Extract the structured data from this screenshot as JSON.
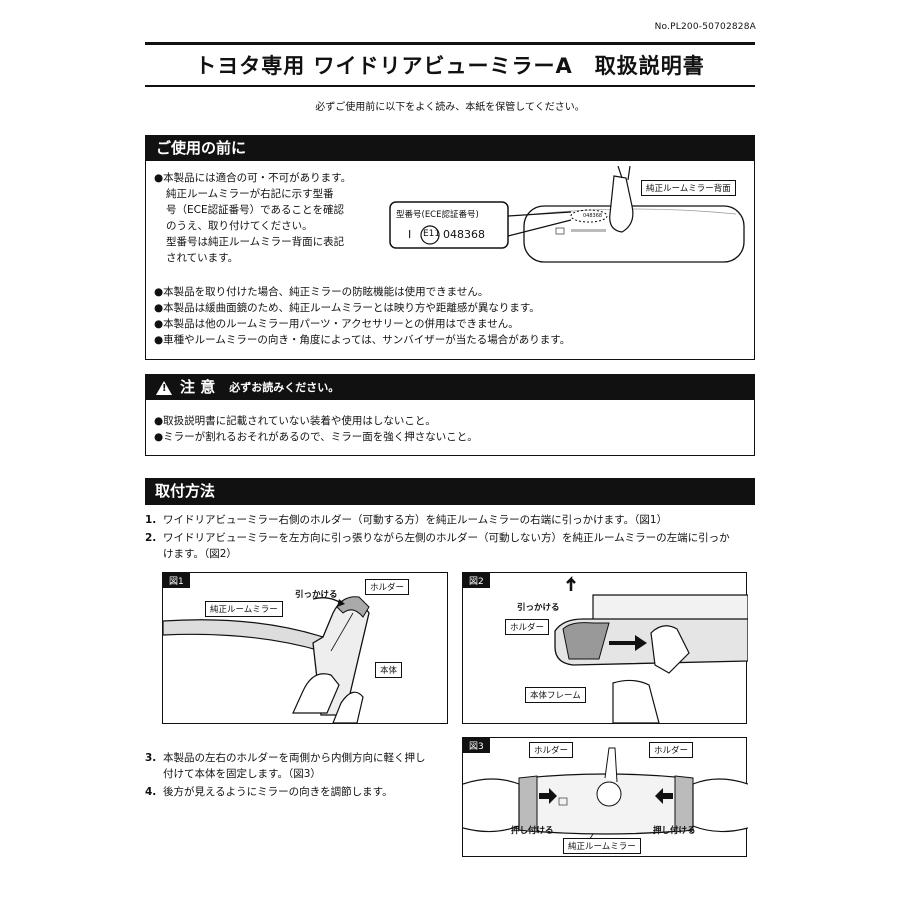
{
  "doc_number": "No.PL200-50702828A",
  "title": "トヨタ専用 ワイドリアビューミラーA　取扱説明書",
  "intro": "必ずご使用前に以下をよく読み、本紙を保管してください。",
  "before_use": {
    "heading": "ご使用の前に",
    "first_item": [
      "●本製品には適合の可・不可があります。",
      "純正ルームミラーが右記に示す型番",
      "号（ECE認証番号）であることを確認",
      "のうえ、取り付けてください。",
      "型番号は純正ルームミラー背面に表記",
      "されています。"
    ],
    "callout_title": "型番号(ECE認証番号)",
    "callout_prefix": "I",
    "callout_mark": "E11",
    "callout_number": "048368",
    "mirror_back_label": "純正ルームミラー背面",
    "small_mark": "048368",
    "items": [
      "●本製品を取り付けた場合、純正ミラーの防眩機能は使用できません。",
      "●本製品は緩曲面鏡のため、純正ルームミラーとは映り方や距離感が異なります。",
      "●本製品は他のルームミラー用パーツ・アクセサリーとの併用はできません。",
      "●車種やルームミラーの向き・角度によっては、サンバイザーが当たる場合があります。"
    ]
  },
  "caution": {
    "icon": "warning-triangle-icon",
    "heading": "注 意",
    "subheading": "必ずお読みください。",
    "items": [
      "●取扱説明書に記載されていない装着や使用はしないこと。",
      "●ミラーが割れるおそれがあるので、ミラー面を強く押さないこと。"
    ]
  },
  "install": {
    "heading": "取付方法",
    "steps": [
      {
        "num": "1.",
        "lines": [
          "ワイドリアビューミラー右側のホルダー（可動する方）を純正ルームミラーの右端に引っかけます。（図1）"
        ]
      },
      {
        "num": "2.",
        "lines": [
          "ワイドリアビューミラーを左方向に引っ張りながら左側のホルダー（可動しない方）を純正ルームミラーの左端に引っか",
          "けます。（図2）"
        ]
      },
      {
        "num": "3.",
        "lines": [
          "本製品の左右のホルダーを両側から内側方向に軽く押し",
          "付けて本体を固定します。（図3）"
        ]
      },
      {
        "num": "4.",
        "lines": [
          "後方が見えるようにミラーの向きを調節します。"
        ]
      }
    ]
  },
  "fig1": {
    "tag": "図1",
    "hook": "引っかける",
    "holder": "ホルダー",
    "mirror": "純正ルームミラー",
    "body": "本体"
  },
  "fig2": {
    "tag": "図2",
    "hook": "引っかける",
    "holder": "ホルダー",
    "frame": "本体フレーム"
  },
  "fig3": {
    "tag": "図3",
    "holder_left": "ホルダー",
    "holder_right": "ホルダー",
    "press_left": "押し付ける",
    "press_right": "押し付ける",
    "mirror": "純正ルームミラー"
  }
}
